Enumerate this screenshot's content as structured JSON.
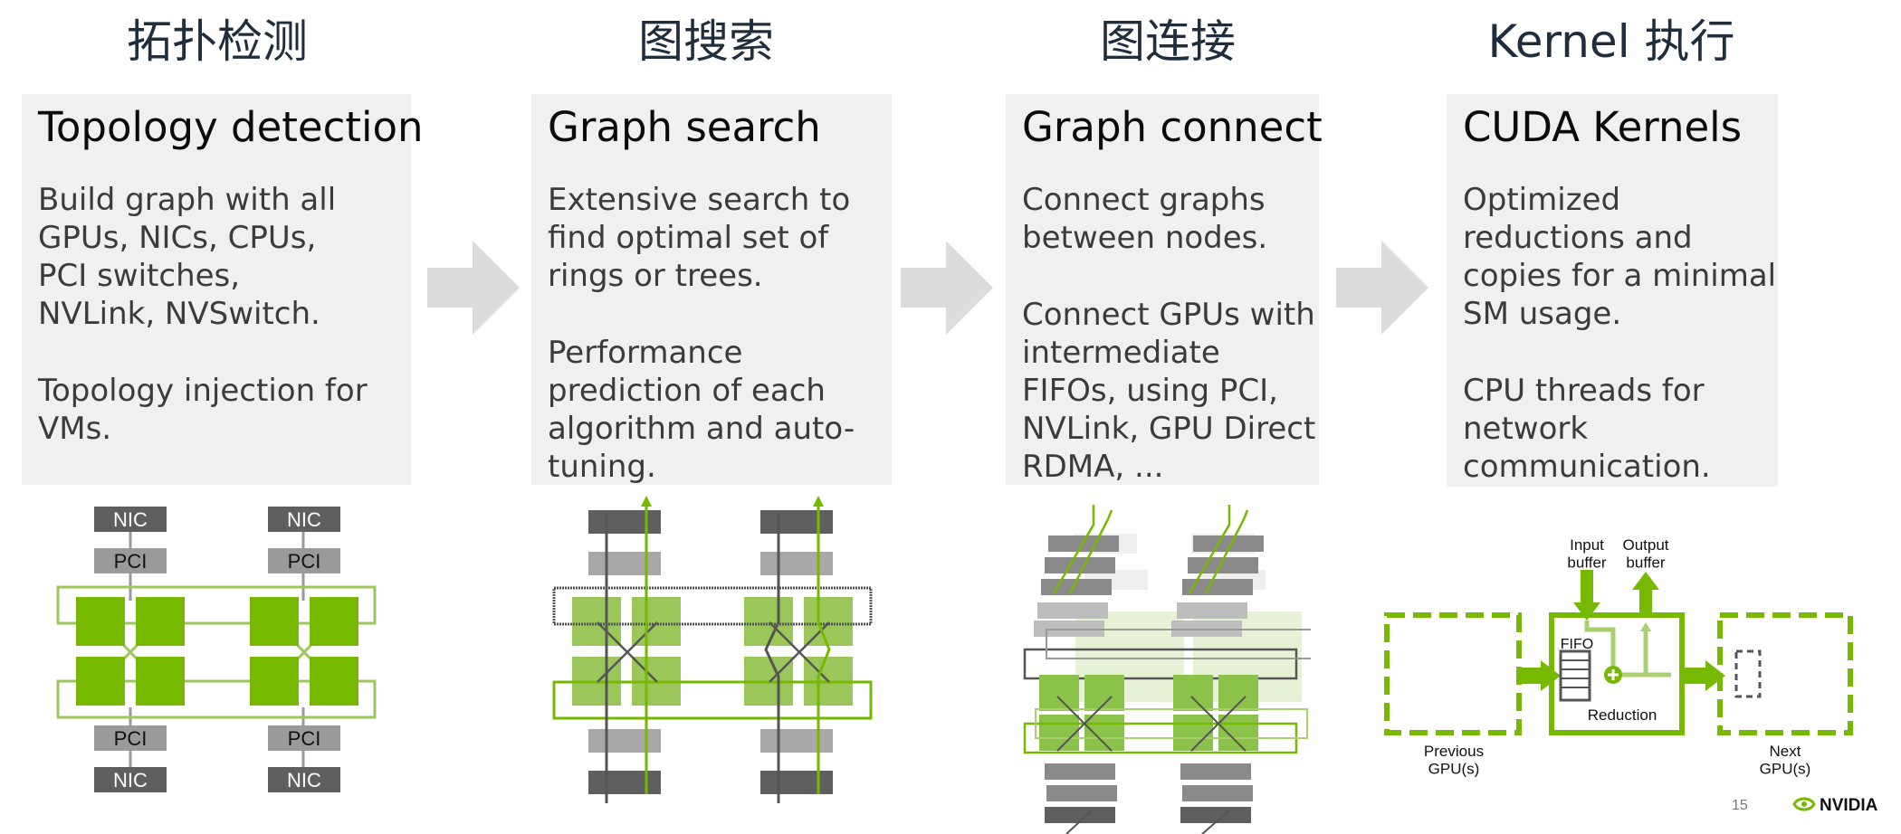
{
  "steps": [
    {
      "zh_title": "拓扑检测",
      "heading": "Topology detection",
      "paragraphs": [
        "Build graph with all\nGPUs, NICs, CPUs,\nPCI switches,\nNVLink, NVSwitch.",
        "Topology injection for\nVMs."
      ]
    },
    {
      "zh_title": "图搜索",
      "heading": "Graph search",
      "paragraphs": [
        "Extensive search to\nfind optimal set of\nrings or trees.",
        "Performance\nprediction of each\nalgorithm and auto-\ntuning."
      ]
    },
    {
      "zh_title": "图连接",
      "heading": "Graph connect",
      "paragraphs": [
        "Connect graphs\nbetween nodes.",
        "Connect GPUs with\nintermediate\nFIFOs, using PCI,\nNVLink, GPU Direct\nRDMA, ..."
      ]
    },
    {
      "zh_title": "Kernel 执行",
      "heading": "CUDA Kernels",
      "paragraphs": [
        "Optimized\nreductions and\ncopies for a minimal\nSM usage.",
        "CPU threads for\nnetwork\ncommunication."
      ]
    }
  ],
  "topology_diagram": {
    "nic_label": "NIC",
    "pci_label": "PCI"
  },
  "kernel_diagram": {
    "input_buffer": "Input\nbuffer",
    "output_buffer": "Output\nbuffer",
    "fifo": "FIFO",
    "reduction": "Reduction",
    "previous": "Previous\nGPU(s)",
    "next": "Next\nGPU(s)"
  },
  "footer": {
    "page_number": "15",
    "logo_text": "NVIDIA"
  },
  "colors": {
    "nvidia_green": "#76b900",
    "light_green": "#9bc65a",
    "dark_gray": "#5f5f5f",
    "mid_gray": "#9a9a9a",
    "card_bg": "#f0f0f0",
    "arrow_gray": "#dcdcdc"
  }
}
